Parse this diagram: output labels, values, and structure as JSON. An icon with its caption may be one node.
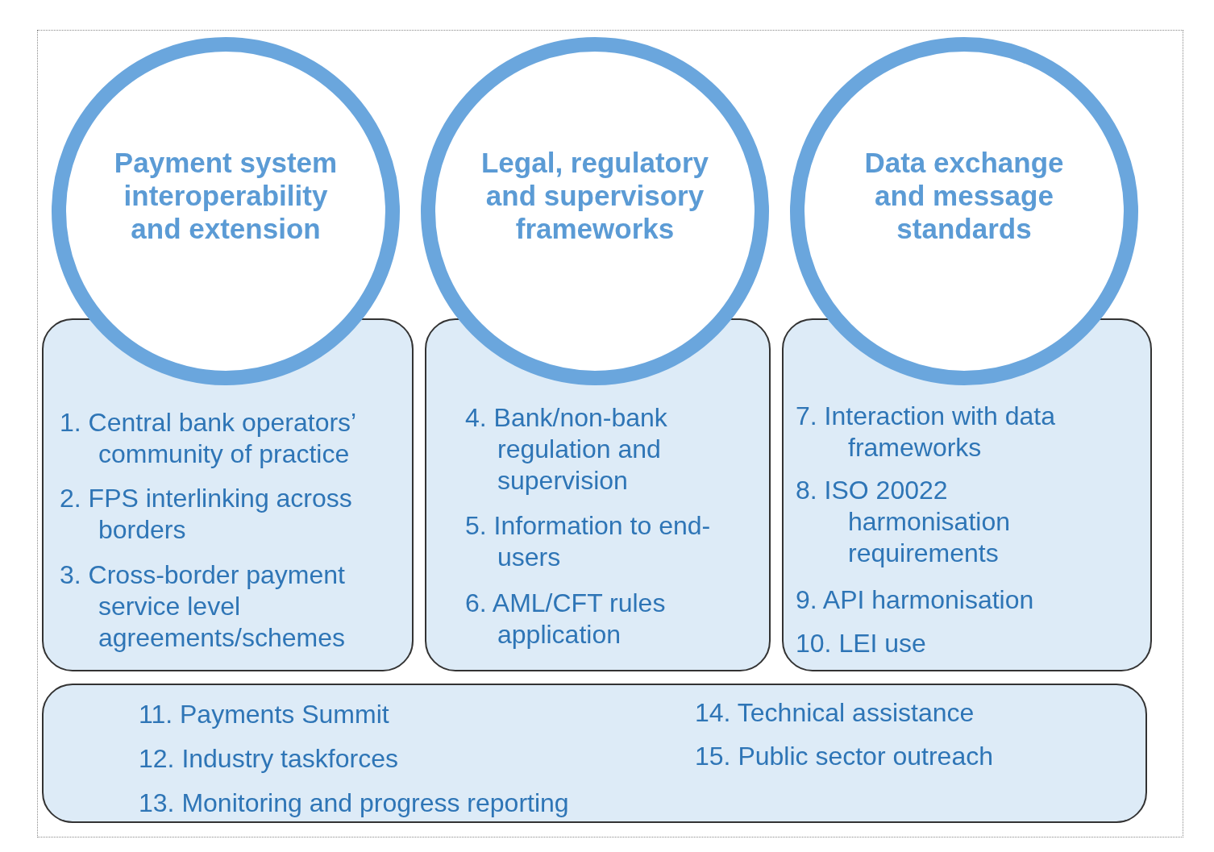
{
  "diagram": {
    "nodes": [
      {
        "text": [
          "Payment system interoperability and extension"
        ]
      },
      {
        "text": [
          "1. Central bank operators’ community of practice",
          "2. FPS interlinking across borders",
          "3. Cross-border payment service level agreements/schemes"
        ]
      },
      {
        "text": [
          "Legal, regulatory and supervisory frameworks"
        ]
      },
      {
        "text": [
          "4. Bank/non-bank regulation and supervision",
          "5. Information to end-users",
          "6. AML/CFT rules application"
        ]
      },
      {
        "text": [
          "Data exchange and message standards"
        ]
      },
      {
        "text": [
          "7. Interaction with data frameworks",
          "8. ISO 20022 harmonisation requirements",
          "9. API harmonisation",
          "10. LEI use"
        ]
      },
      {
        "text": [
          "11. Payments Summit",
          "12. Industry taskforces",
          "13. Monitoring and progress reporting",
          "14. Technical assistance",
          "15. Public sector outreach"
        ]
      }
    ],
    "edges": []
  }
}
